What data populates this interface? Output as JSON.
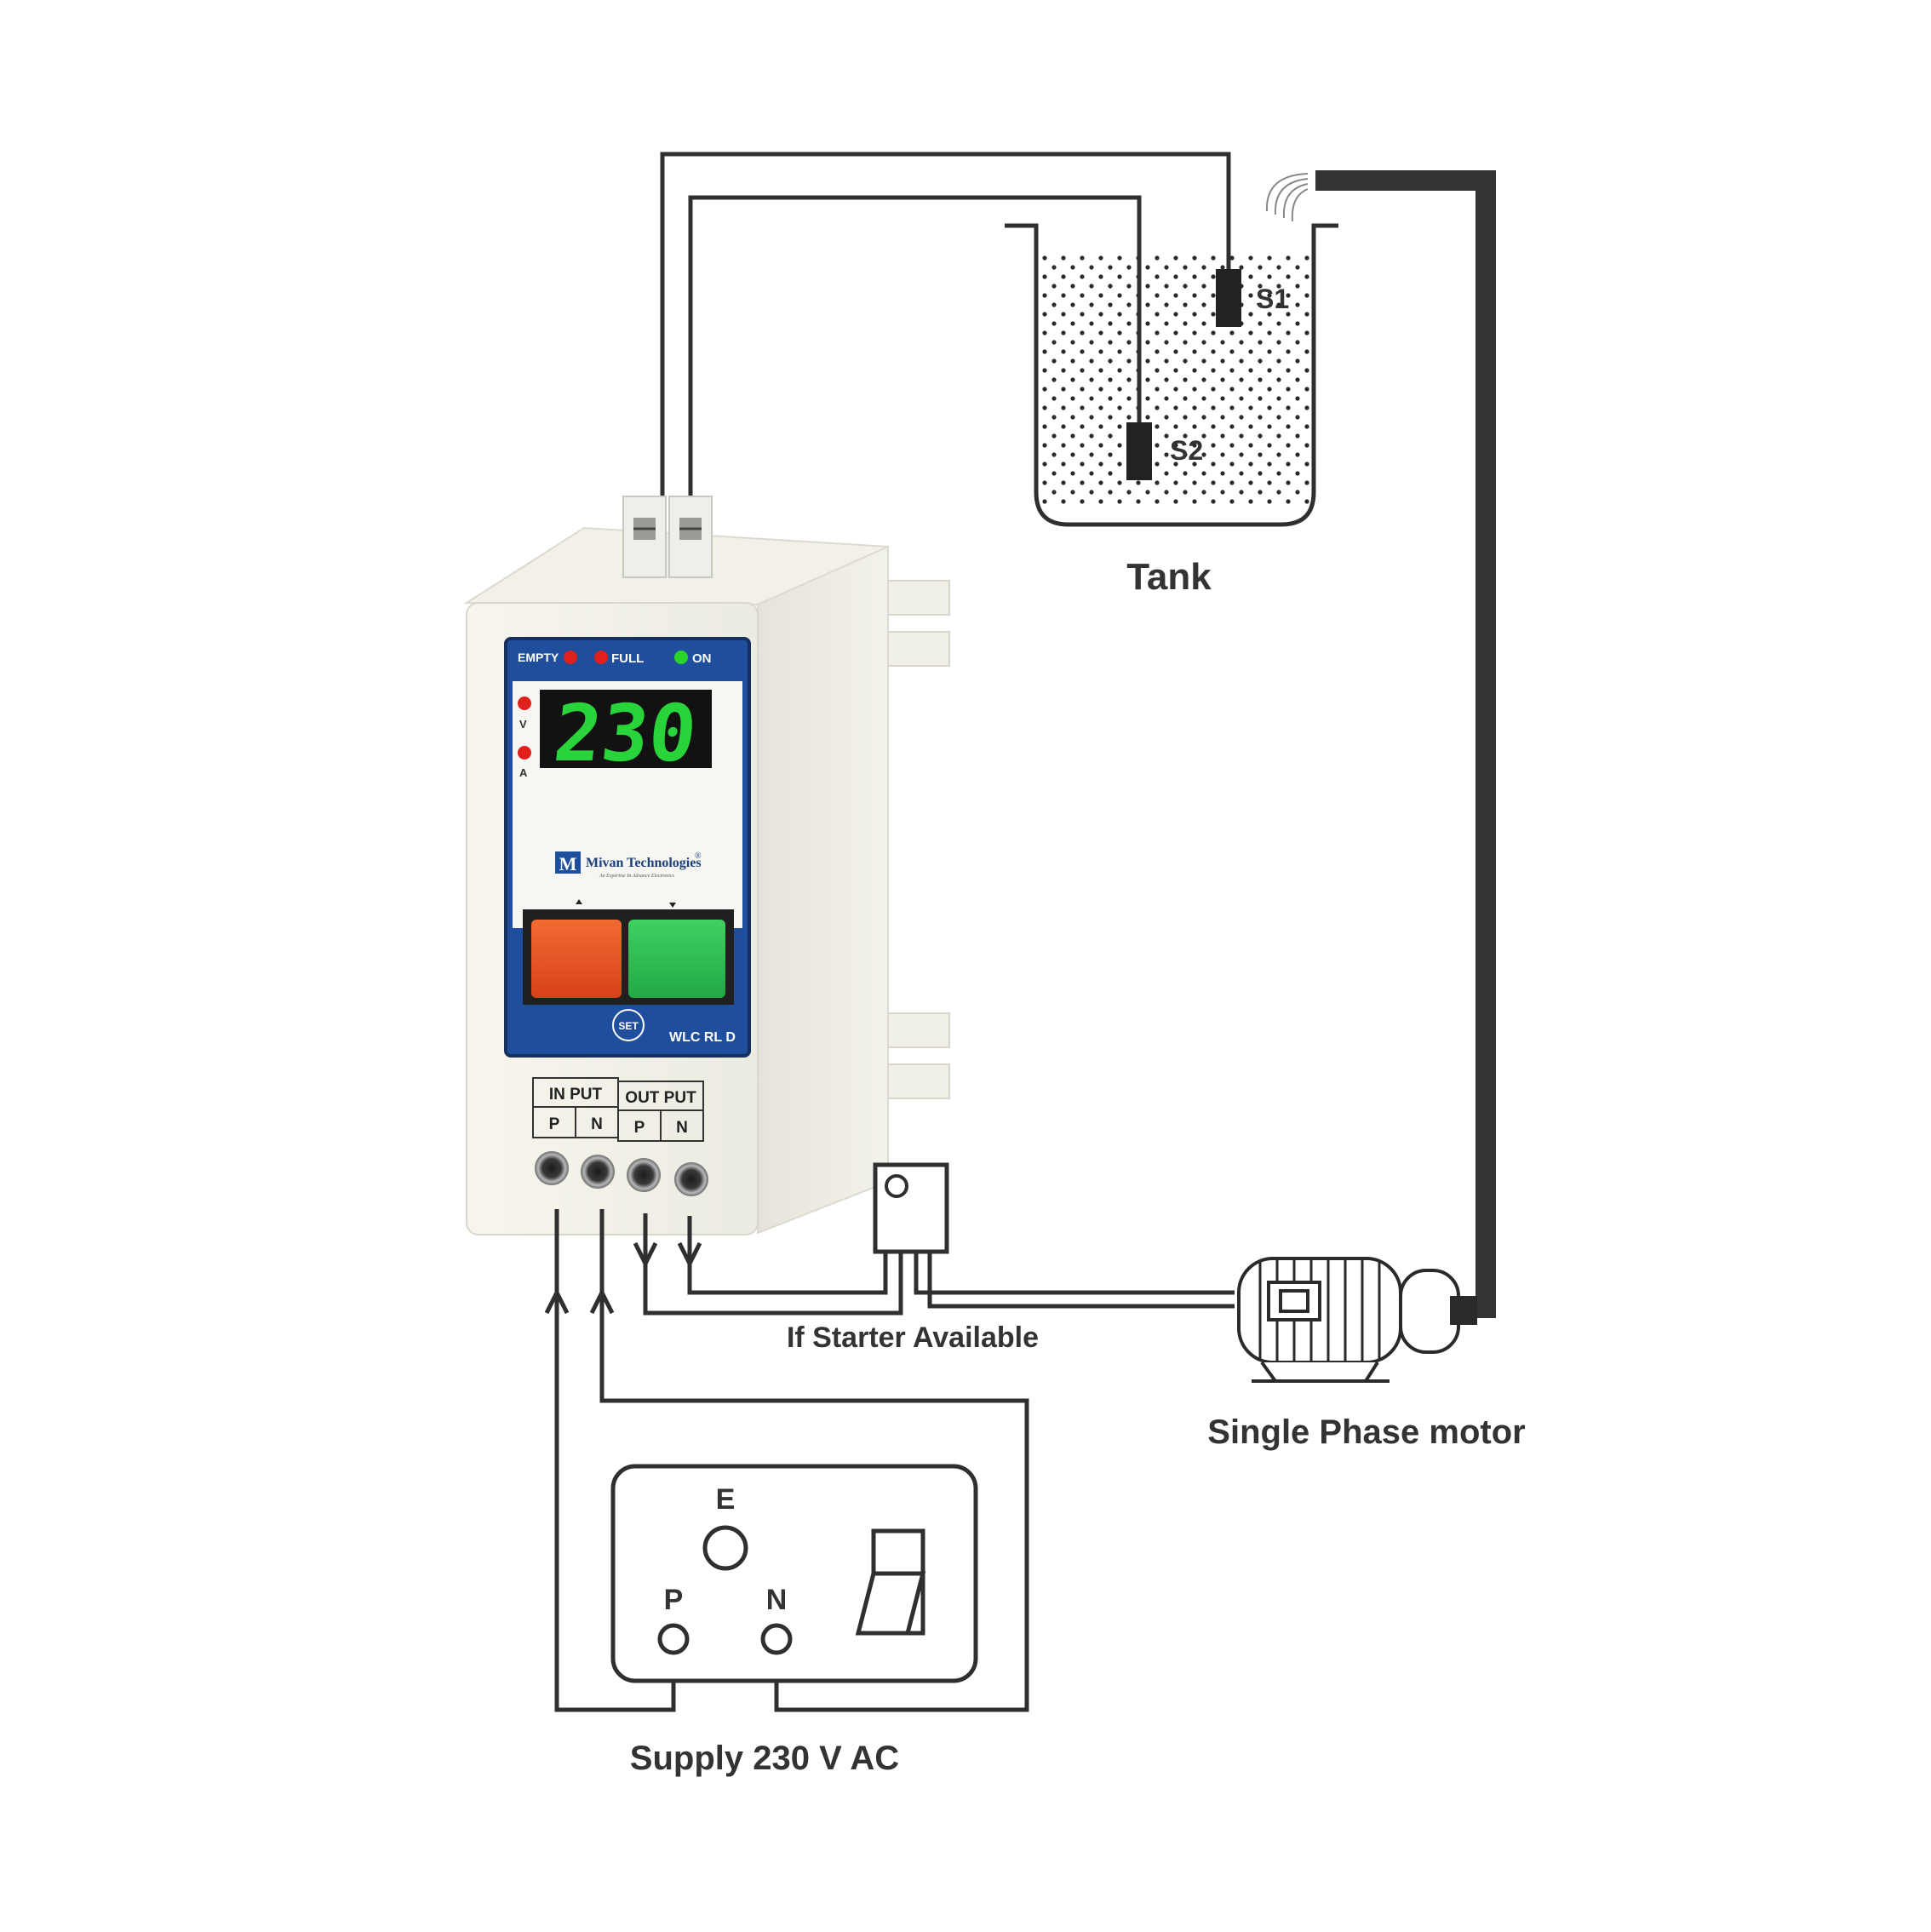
{
  "diagram": {
    "labels": {
      "tank": "Tank",
      "sensor_1": "S1",
      "sensor_2": "S2",
      "starter": "If Starter Available",
      "motor": "Single Phase motor",
      "supply": "Supply 230 V AC"
    },
    "socket": {
      "earth": "E",
      "phase": "P",
      "neutral": "N"
    },
    "controller": {
      "indicators": {
        "empty": "EMPTY",
        "full": "FULL",
        "on": "ON"
      },
      "display_value": "230",
      "unit_voltage": "V",
      "unit_current": "A",
      "brand": "Mivan Technologies",
      "brand_mark": "®",
      "tagline": "An Expertise In Advance Electronics",
      "set_button": "SET",
      "model": "WLC RL D",
      "terminals": {
        "input_header": "IN PUT",
        "output_header": "OUT PUT",
        "input_p": "P",
        "input_n": "N",
        "output_p": "P",
        "output_n": "N"
      }
    },
    "colors": {
      "wire": "#2f2f2f",
      "panel_blue": "#1f4f9c",
      "display_digits": "#28d43a",
      "led_red": "#e0201c",
      "led_green": "#2bd42b",
      "button_orange": "#e8501e",
      "button_green": "#2fc14e",
      "enclosure": "#f5f3e8"
    }
  }
}
